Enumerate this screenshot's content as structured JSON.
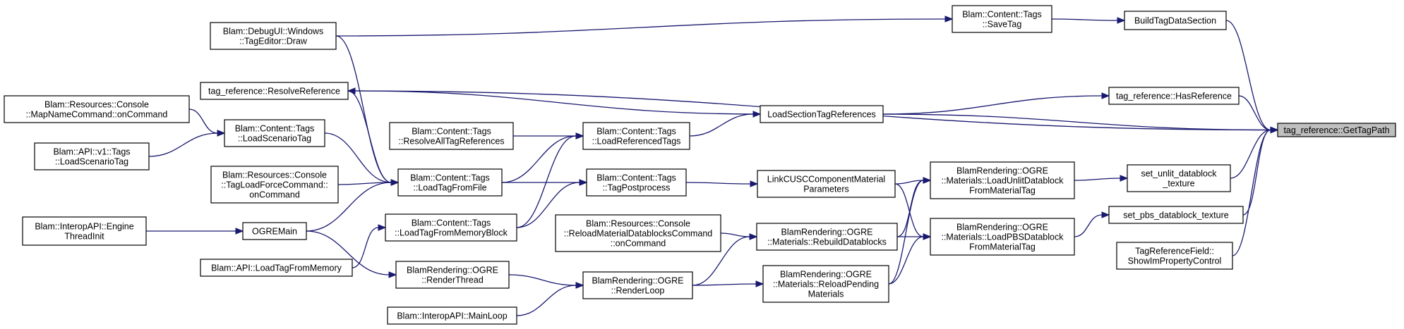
{
  "graph": {
    "edge_color": "#191970",
    "highlight_fill": "#bfbfbf",
    "nodes": [
      {
        "id": "gettagpath",
        "lines": [
          "tag_reference::GetTagPath"
        ],
        "highlight": true
      },
      {
        "id": "buildtagdatasection",
        "lines": [
          "BuildTagDataSection"
        ]
      },
      {
        "id": "savetag",
        "lines": [
          "Blam::Content::Tags",
          "::SaveTag"
        ]
      },
      {
        "id": "tageditor-draw",
        "lines": [
          "Blam::DebugUI::Windows",
          "::TagEditor::Draw"
        ]
      },
      {
        "id": "resolvereference",
        "lines": [
          "tag_reference::ResolveReference"
        ]
      },
      {
        "id": "hasreference",
        "lines": [
          "tag_reference::HasReference"
        ]
      },
      {
        "id": "loadsectiontagreferences",
        "lines": [
          "LoadSectionTagReferences"
        ]
      },
      {
        "id": "mapnamecommand",
        "lines": [
          "Blam::Resources::Console",
          "::MapNameCommand::onCommand"
        ]
      },
      {
        "id": "loadscenariotag",
        "lines": [
          "Blam::Content::Tags",
          "::LoadScenarioTag"
        ]
      },
      {
        "id": "api-loadscenariotag",
        "lines": [
          "Blam::API::v1::Tags",
          "::LoadScenarioTag"
        ]
      },
      {
        "id": "resolvealltagreferences",
        "lines": [
          "Blam::Content::Tags",
          "::ResolveAllTagReferences"
        ]
      },
      {
        "id": "loadreferencedtags",
        "lines": [
          "Blam::Content::Tags",
          "::LoadReferencedTags"
        ]
      },
      {
        "id": "tagloadforcecommand",
        "lines": [
          "Blam::Resources::Console",
          "::TagLoadForceCommand::",
          "onCommand"
        ]
      },
      {
        "id": "loadtagfromfile",
        "lines": [
          "Blam::Content::Tags",
          "::LoadTagFromFile"
        ]
      },
      {
        "id": "tagpostprocess",
        "lines": [
          "Blam::Content::Tags",
          "::TagPostprocess"
        ]
      },
      {
        "id": "linkcusc",
        "lines": [
          "LinkCUSCComponentMaterial",
          "Parameters"
        ]
      },
      {
        "id": "loadunlit",
        "lines": [
          "BlamRendering::OGRE",
          "::Materials::LoadUnlitDatablock",
          "FromMaterialTag"
        ]
      },
      {
        "id": "set-unlit",
        "lines": [
          "set_unlit_datablock",
          "_texture"
        ]
      },
      {
        "id": "set-pbs",
        "lines": [
          "set_pbs_datablock_texture"
        ]
      },
      {
        "id": "showimproperty",
        "lines": [
          "TagReferenceField::",
          "ShowImPropertyControl"
        ]
      },
      {
        "id": "enginethreadinit",
        "lines": [
          "Blam::InteropAPI::Engine",
          "ThreadInit"
        ]
      },
      {
        "id": "ogremain",
        "lines": [
          "OGREMain"
        ]
      },
      {
        "id": "loadtagfrommemoryblock",
        "lines": [
          "Blam::Content::Tags",
          "::LoadTagFromMemoryBlock"
        ]
      },
      {
        "id": "reloadmaterialdatablocks",
        "lines": [
          "Blam::Resources::Console",
          "::ReloadMaterialDatablocksCommand",
          "::onCommand"
        ]
      },
      {
        "id": "rebuilddatablocks",
        "lines": [
          "BlamRendering::OGRE",
          "::Materials::RebuildDatablocks"
        ]
      },
      {
        "id": "loadpbs",
        "lines": [
          "BlamRendering::OGRE",
          "::Materials::LoadPBSDatablock",
          "FromMaterialTag"
        ]
      },
      {
        "id": "api-loadtagfrommemory",
        "lines": [
          "Blam::API::LoadTagFromMemory"
        ]
      },
      {
        "id": "renderthread",
        "lines": [
          "BlamRendering::OGRE",
          "::RenderThread"
        ]
      },
      {
        "id": "renderloop",
        "lines": [
          "BlamRendering::OGRE",
          "::RenderLoop"
        ]
      },
      {
        "id": "reloadpending",
        "lines": [
          "BlamRendering::OGRE",
          "::Materials::ReloadPending",
          "Materials"
        ]
      },
      {
        "id": "mainloop",
        "lines": [
          "Blam::InteropAPI::MainLoop"
        ]
      }
    ],
    "edges": [
      [
        "buildtagdatasection",
        "gettagpath"
      ],
      [
        "savetag",
        "buildtagdatasection"
      ],
      [
        "tageditor-draw",
        "savetag"
      ],
      [
        "resolvereference",
        "gettagpath"
      ],
      [
        "hasreference",
        "gettagpath"
      ],
      [
        "loadsectiontagreferences",
        "hasreference"
      ],
      [
        "loadsectiontagreferences",
        "resolvereference"
      ],
      [
        "loadsectiontagreferences",
        "gettagpath"
      ],
      [
        "set-unlit",
        "gettagpath"
      ],
      [
        "set-pbs",
        "gettagpath"
      ],
      [
        "showimproperty",
        "gettagpath"
      ],
      [
        "loadreferencedtags",
        "loadsectiontagreferences"
      ],
      [
        "mapnamecommand",
        "loadscenariotag"
      ],
      [
        "api-loadscenariotag",
        "loadscenariotag"
      ],
      [
        "loadscenariotag",
        "loadtagfromfile"
      ],
      [
        "tageditor-draw",
        "loadtagfromfile"
      ],
      [
        "resolvereference",
        "loadtagfromfile"
      ],
      [
        "resolvealltagreferences",
        "loadreferencedtags"
      ],
      [
        "loadtagfromfile",
        "loadreferencedtags"
      ],
      [
        "loadtagfrommemoryblock",
        "loadreferencedtags"
      ],
      [
        "tagloadforcecommand",
        "loadtagfromfile"
      ],
      [
        "ogremain",
        "loadtagfromfile"
      ],
      [
        "loadtagfromfile",
        "tagpostprocess"
      ],
      [
        "loadtagfrommemoryblock",
        "tagpostprocess"
      ],
      [
        "tagpostprocess",
        "linkcusc"
      ],
      [
        "linkcusc",
        "loadunlit"
      ],
      [
        "linkcusc",
        "loadpbs"
      ],
      [
        "loadunlit",
        "set-unlit"
      ],
      [
        "loadpbs",
        "set-pbs"
      ],
      [
        "rebuilddatablocks",
        "loadunlit"
      ],
      [
        "rebuilddatablocks",
        "loadpbs"
      ],
      [
        "reloadpending",
        "loadunlit"
      ],
      [
        "reloadpending",
        "loadpbs"
      ],
      [
        "reloadmaterialdatablocks",
        "rebuilddatablocks"
      ],
      [
        "renderloop",
        "rebuilddatablocks"
      ],
      [
        "renderloop",
        "reloadpending"
      ],
      [
        "enginethreadinit",
        "ogremain"
      ],
      [
        "ogremain",
        "renderthread"
      ],
      [
        "api-loadtagfrommemory",
        "loadtagfrommemoryblock"
      ],
      [
        "renderthread",
        "renderloop"
      ],
      [
        "mainloop",
        "renderloop"
      ]
    ]
  }
}
